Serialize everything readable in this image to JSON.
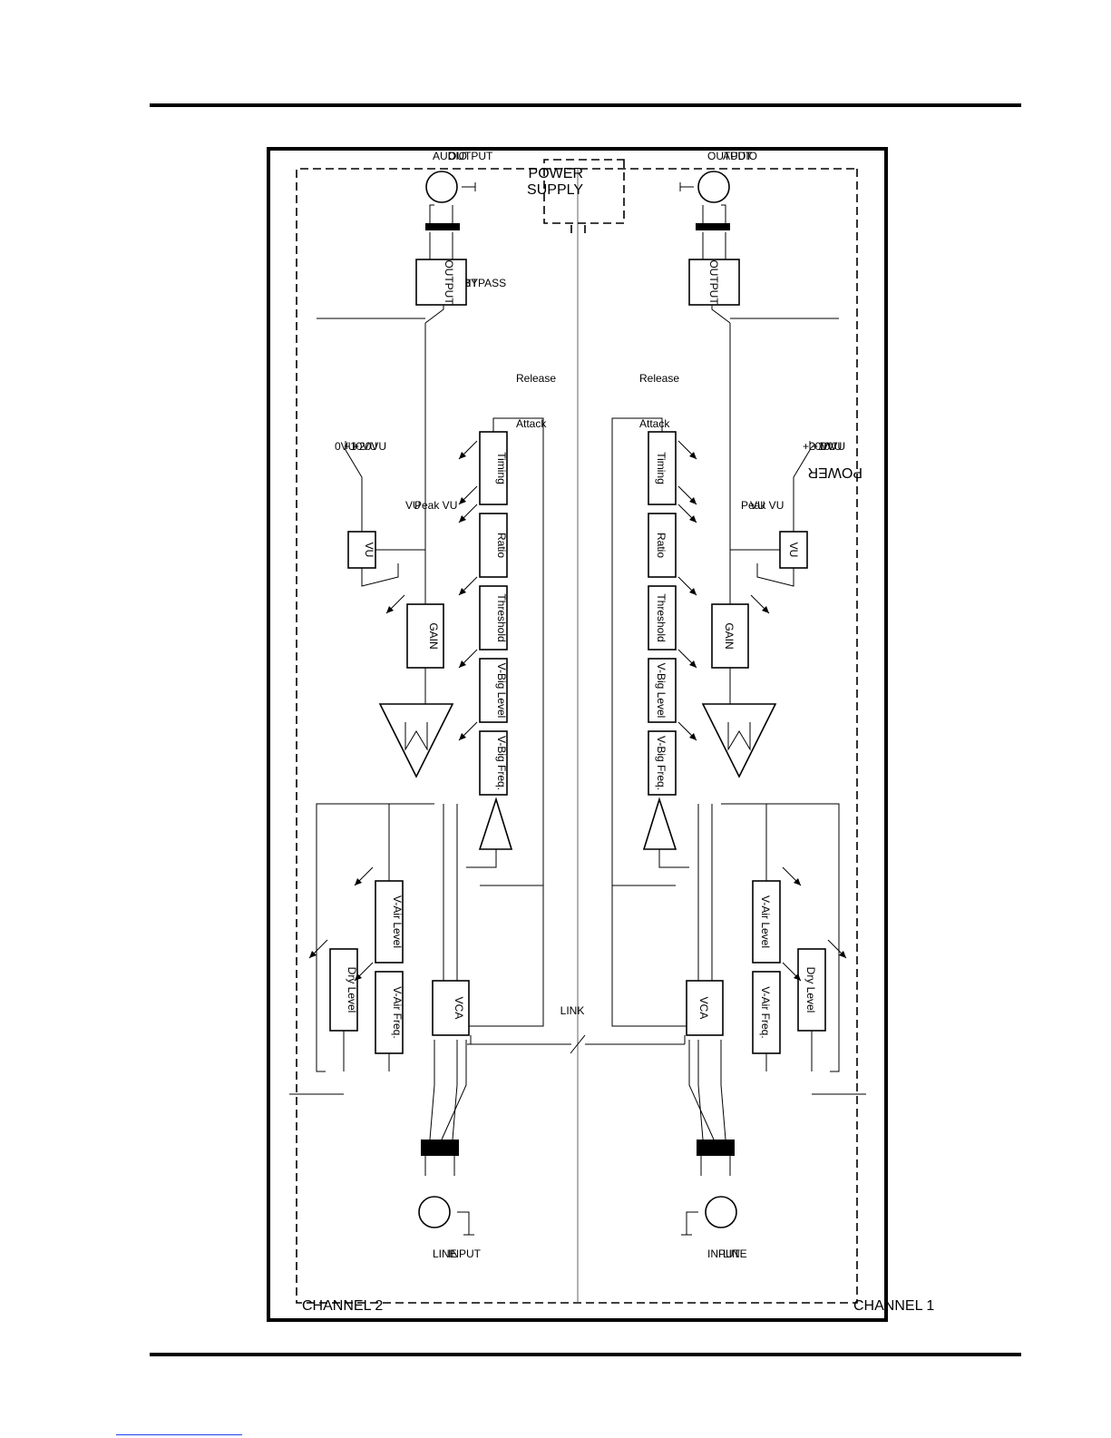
{
  "power_supply": [
    "POWER",
    "SUPPLY"
  ],
  "link_label": "LINK",
  "channels": [
    {
      "name": "CHANNEL 1",
      "input": [
        "LINE",
        "INPUT"
      ],
      "output": [
        "AUDIO",
        "OUTPUT"
      ],
      "vca": "VCA",
      "dry_level": "Dry Level",
      "v_air_freq": "V-Air Freq.",
      "v_air_level": "V-Air Level",
      "gain": "GAIN",
      "vu": "VU",
      "vu_ranges": [
        "0VU",
        "+10VU",
        "+20VU"
      ],
      "vu_modes": [
        "VU",
        "Peak VU"
      ],
      "unit_bypass": [
        "UNIT",
        "BYPASS"
      ],
      "output_amp": "OUTPUT",
      "v_big_freq": "V-Big Freq.",
      "v_big_level": "V-Big Level",
      "threshold": "Threshold",
      "ratio": "Ratio",
      "timing": "Timing",
      "attack": "Attack",
      "release": "Release"
    },
    {
      "name": "CHANNEL 2",
      "input": [
        "LINE",
        "INPUT"
      ],
      "output": [
        "AUDIO",
        "OUTPUT"
      ],
      "vca": "VCA",
      "dry_level": "Dry Level",
      "v_air_freq": "V-Air Freq.",
      "v_air_level": "V-Air Level",
      "gain": "GAIN",
      "vu": "VU",
      "vu_ranges": [
        "0VU",
        "+10VU",
        "+20VU"
      ],
      "vu_modes": [
        "VU",
        "Peak VU"
      ],
      "unit_bypass": [
        "UNIT",
        "BYPASS"
      ],
      "output_amp": "OUTPUT",
      "v_big_freq": "V-Big Freq.",
      "v_big_level": "V-Big Level",
      "threshold": "Threshold",
      "ratio": "Ratio",
      "timing": "Timing",
      "attack": "Attack",
      "release": "Release"
    }
  ]
}
